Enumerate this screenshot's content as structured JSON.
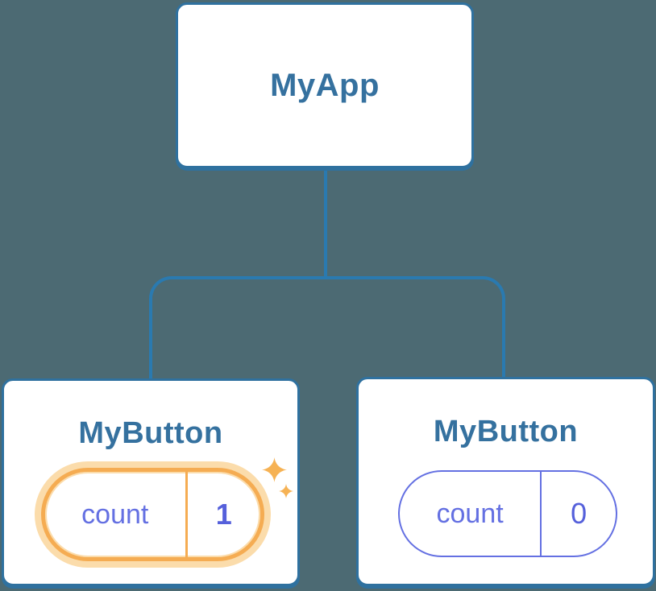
{
  "diagram": {
    "title": "component-tree-with-state",
    "root": {
      "label": "MyApp"
    },
    "children": [
      {
        "label": "MyButton",
        "state": {
          "key": "count",
          "value": "1"
        },
        "highlighted": true
      },
      {
        "label": "MyButton",
        "state": {
          "key": "count",
          "value": "0"
        },
        "highlighted": false
      }
    ]
  },
  "icons": {
    "sparkle_large": "sparkle-icon",
    "sparkle_small": "sparkle-icon"
  },
  "colors": {
    "background": "#4C6A73",
    "connector_blue": "#2A7AB0",
    "card_border_blue": "#2F719F",
    "card_background": "#FFFFFF",
    "heading_blue": "#35719F",
    "state_indigo": "#6470E2",
    "state_value_indigo": "#5560DB",
    "highlight_orange": "#F5AC52",
    "highlight_halo": "#FBDCAB",
    "sparkle_orange": "#F6B254"
  }
}
